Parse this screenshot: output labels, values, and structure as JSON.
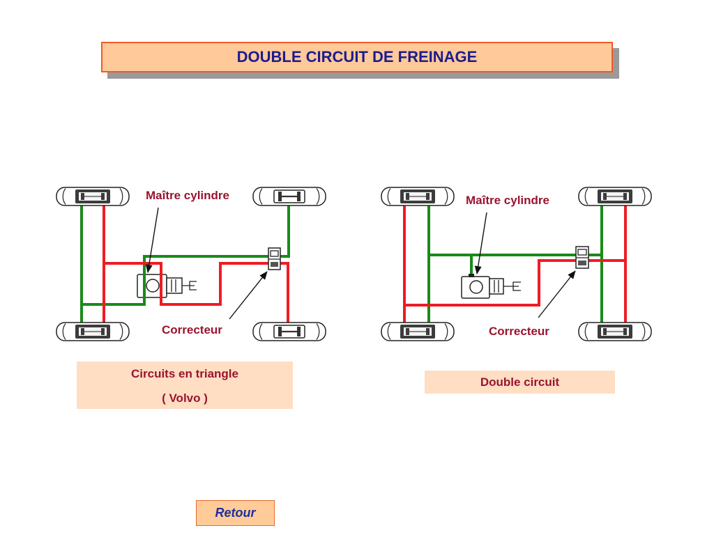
{
  "slide": {
    "title": "DOUBLE CIRCUIT DE FREINAGE",
    "return_button": "Retour"
  },
  "diagrams": [
    {
      "master_cylinder_label": "Maître cylindre",
      "regulator_label": "Correcteur",
      "caption_lines": [
        "Circuits en triangle",
        "( Volvo )"
      ]
    },
    {
      "master_cylinder_label": "Maître cylindre",
      "regulator_label": "Correcteur",
      "caption_lines": [
        "Double circuit"
      ]
    }
  ],
  "colors": {
    "title_text": "#1C1C8C",
    "title_fill": "#FFC999",
    "title_border": "#EE5A28",
    "label_text": "#99142F",
    "caption_fill": "#FFDEC3",
    "circuit_green": "#1A8A1A",
    "circuit_red": "#EE1C24",
    "button_fill": "#FFCC99",
    "button_border": "#E8692C",
    "button_text": "#1F2F9F"
  }
}
